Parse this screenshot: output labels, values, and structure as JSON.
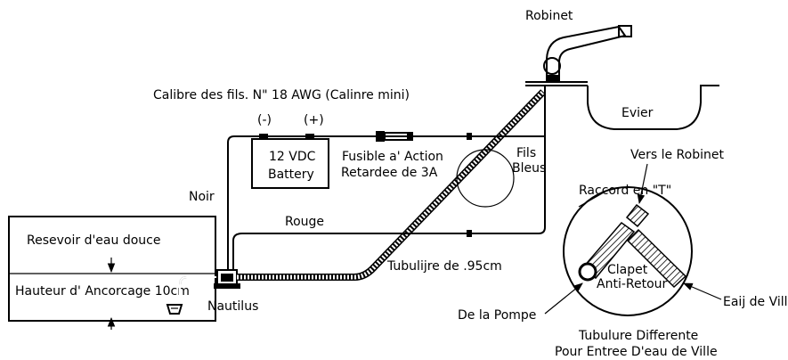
{
  "labels": {
    "faucet": "Robinet",
    "wire_gauge": "Calibre des fils. N\" 18 AWG (Calinre mini)",
    "neg_terminal": "(-)",
    "pos_terminal": "(+)",
    "battery_line1": "12 VDC",
    "battery_line2": "Battery",
    "fuse_line1": "Fusible a' Action",
    "fuse_line2": "Retardee de 3A",
    "blue_wires_line1": "Fils",
    "blue_wires_line2": "Bleus",
    "sink": "Evier",
    "to_faucet": "Vers le Robinet",
    "tee_fitting": "Raccord en \"T\"",
    "black_wire": "Noir",
    "red_wire": "Rouge",
    "tank": "Resevoir d'eau douce",
    "mount_height": "Hauteur d' Ancorcage 10cm",
    "pump": "Nautilus",
    "tubing": "Tubulijre de .95cm",
    "check_valve_line1": "Clapet",
    "check_valve_line2": "Anti-Retour",
    "city_water": "Eaij de Ville",
    "from_pump": "De la Pompe",
    "diff_tubing_line1": "Tubulure Differente",
    "diff_tubing_line2": "Pour Entree D'eau de Ville"
  }
}
